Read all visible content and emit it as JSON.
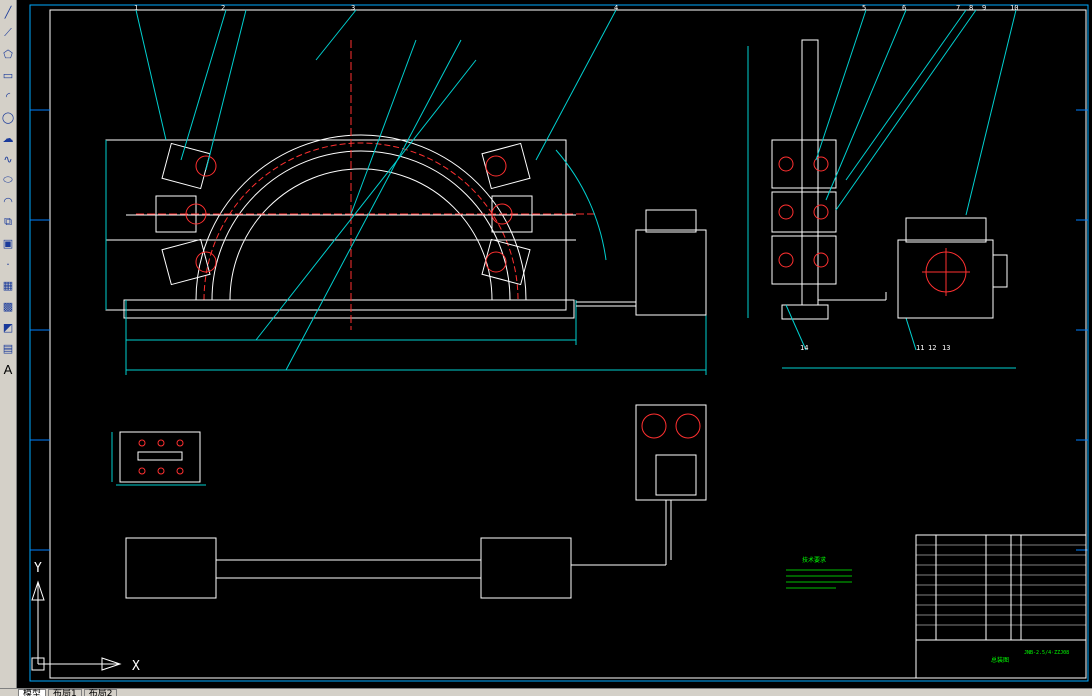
{
  "toolbar": {
    "icons": [
      "line-icon",
      "polyline-icon",
      "polygon-icon",
      "rectangle-icon",
      "arc-icon",
      "circle-icon",
      "revcloud-icon",
      "spline-icon",
      "ellipse-icon",
      "ellipse-arc-icon",
      "insert-block-icon",
      "make-block-icon",
      "point-icon",
      "hatch-icon",
      "gradient-icon",
      "region-icon",
      "table-icon",
      "mtext-icon"
    ],
    "text_tool_label": "A"
  },
  "drawing": {
    "ucs_y": "Y",
    "ucs_x": "X",
    "callouts": [
      "1",
      "2",
      "3",
      "4",
      "5",
      "6",
      "7",
      "8",
      "9",
      "10",
      "11",
      "12",
      "13",
      "14"
    ],
    "technical_requirements_title": "技术要求",
    "title_block_name": "总装图",
    "title_block_code": "JNB-2.5/4·ZZJ08"
  },
  "tabs": {
    "model": "模型",
    "layout1": "布局1",
    "layout2": "布局2"
  },
  "colors": {
    "background": "#000000",
    "lines": "#ffffff",
    "dim": "#00d0d0",
    "center": "#ff3030",
    "text": "#00ff00"
  }
}
